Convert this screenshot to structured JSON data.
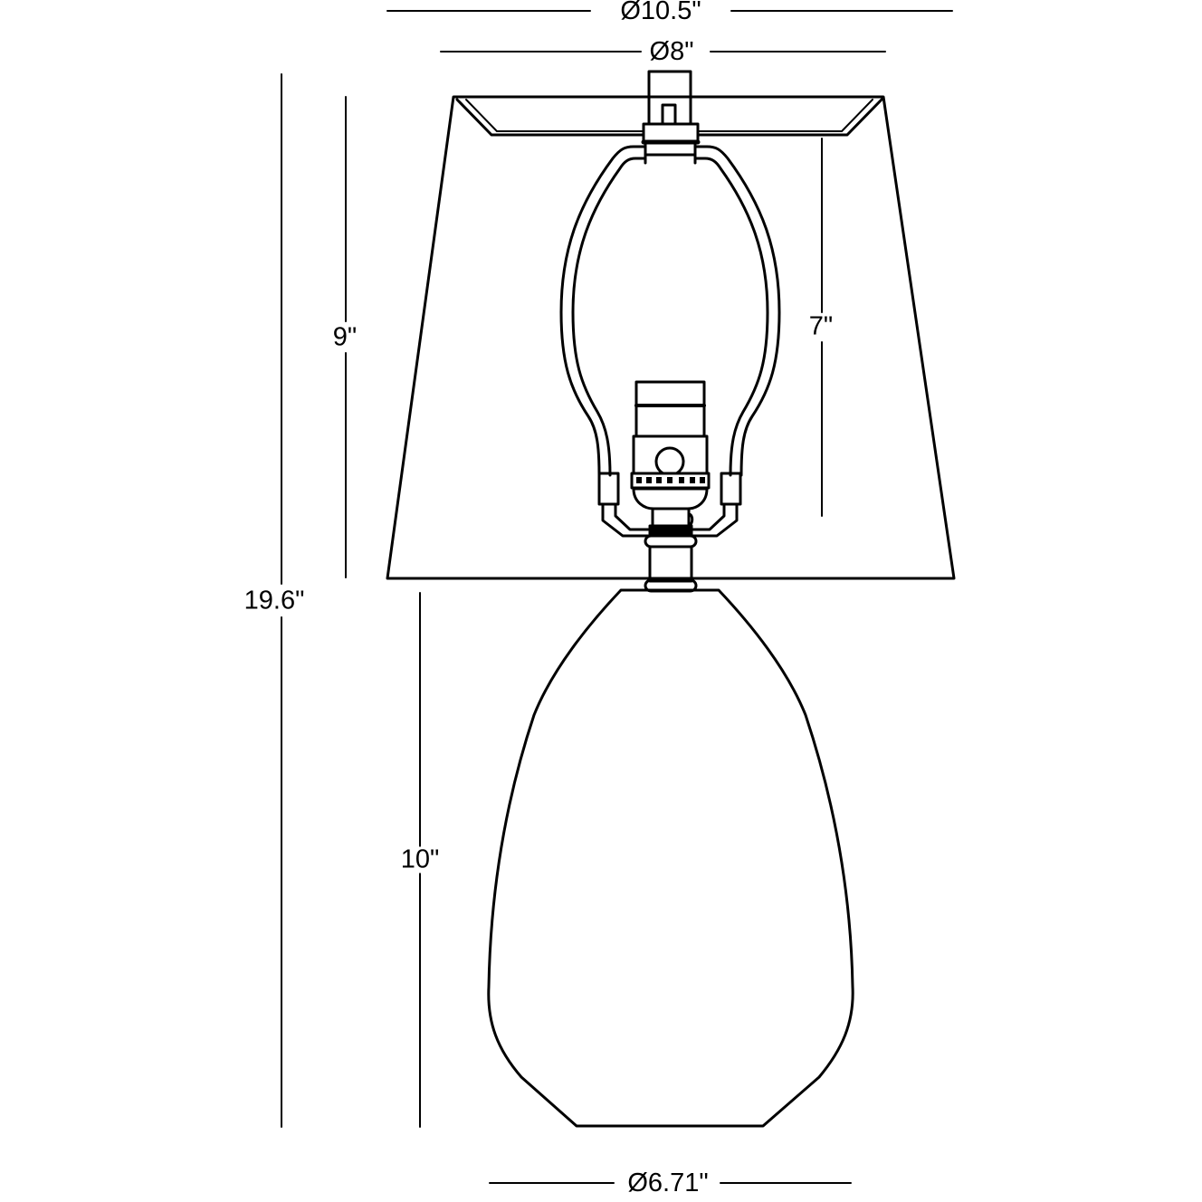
{
  "diagram": {
    "subject": "table lamp dimension drawing",
    "line_color": "#000000",
    "background": "#ffffff"
  },
  "dimensions": {
    "shade_bottom_diameter": {
      "label": "Ø10.5\"",
      "value": 10.5,
      "unit": "in"
    },
    "shade_top_diameter": {
      "label": "Ø8\"",
      "value": 8,
      "unit": "in"
    },
    "overall_height": {
      "label": "19.6\"",
      "value": 19.6,
      "unit": "in"
    },
    "shade_height": {
      "label": "9\"",
      "value": 9,
      "unit": "in"
    },
    "harp_height": {
      "label": "7\"",
      "value": 7,
      "unit": "in"
    },
    "base_height": {
      "label": "10\"",
      "value": 10,
      "unit": "in"
    },
    "base_diameter": {
      "label": "Ø6.71\"",
      "value": 6.71,
      "unit": "in"
    }
  }
}
